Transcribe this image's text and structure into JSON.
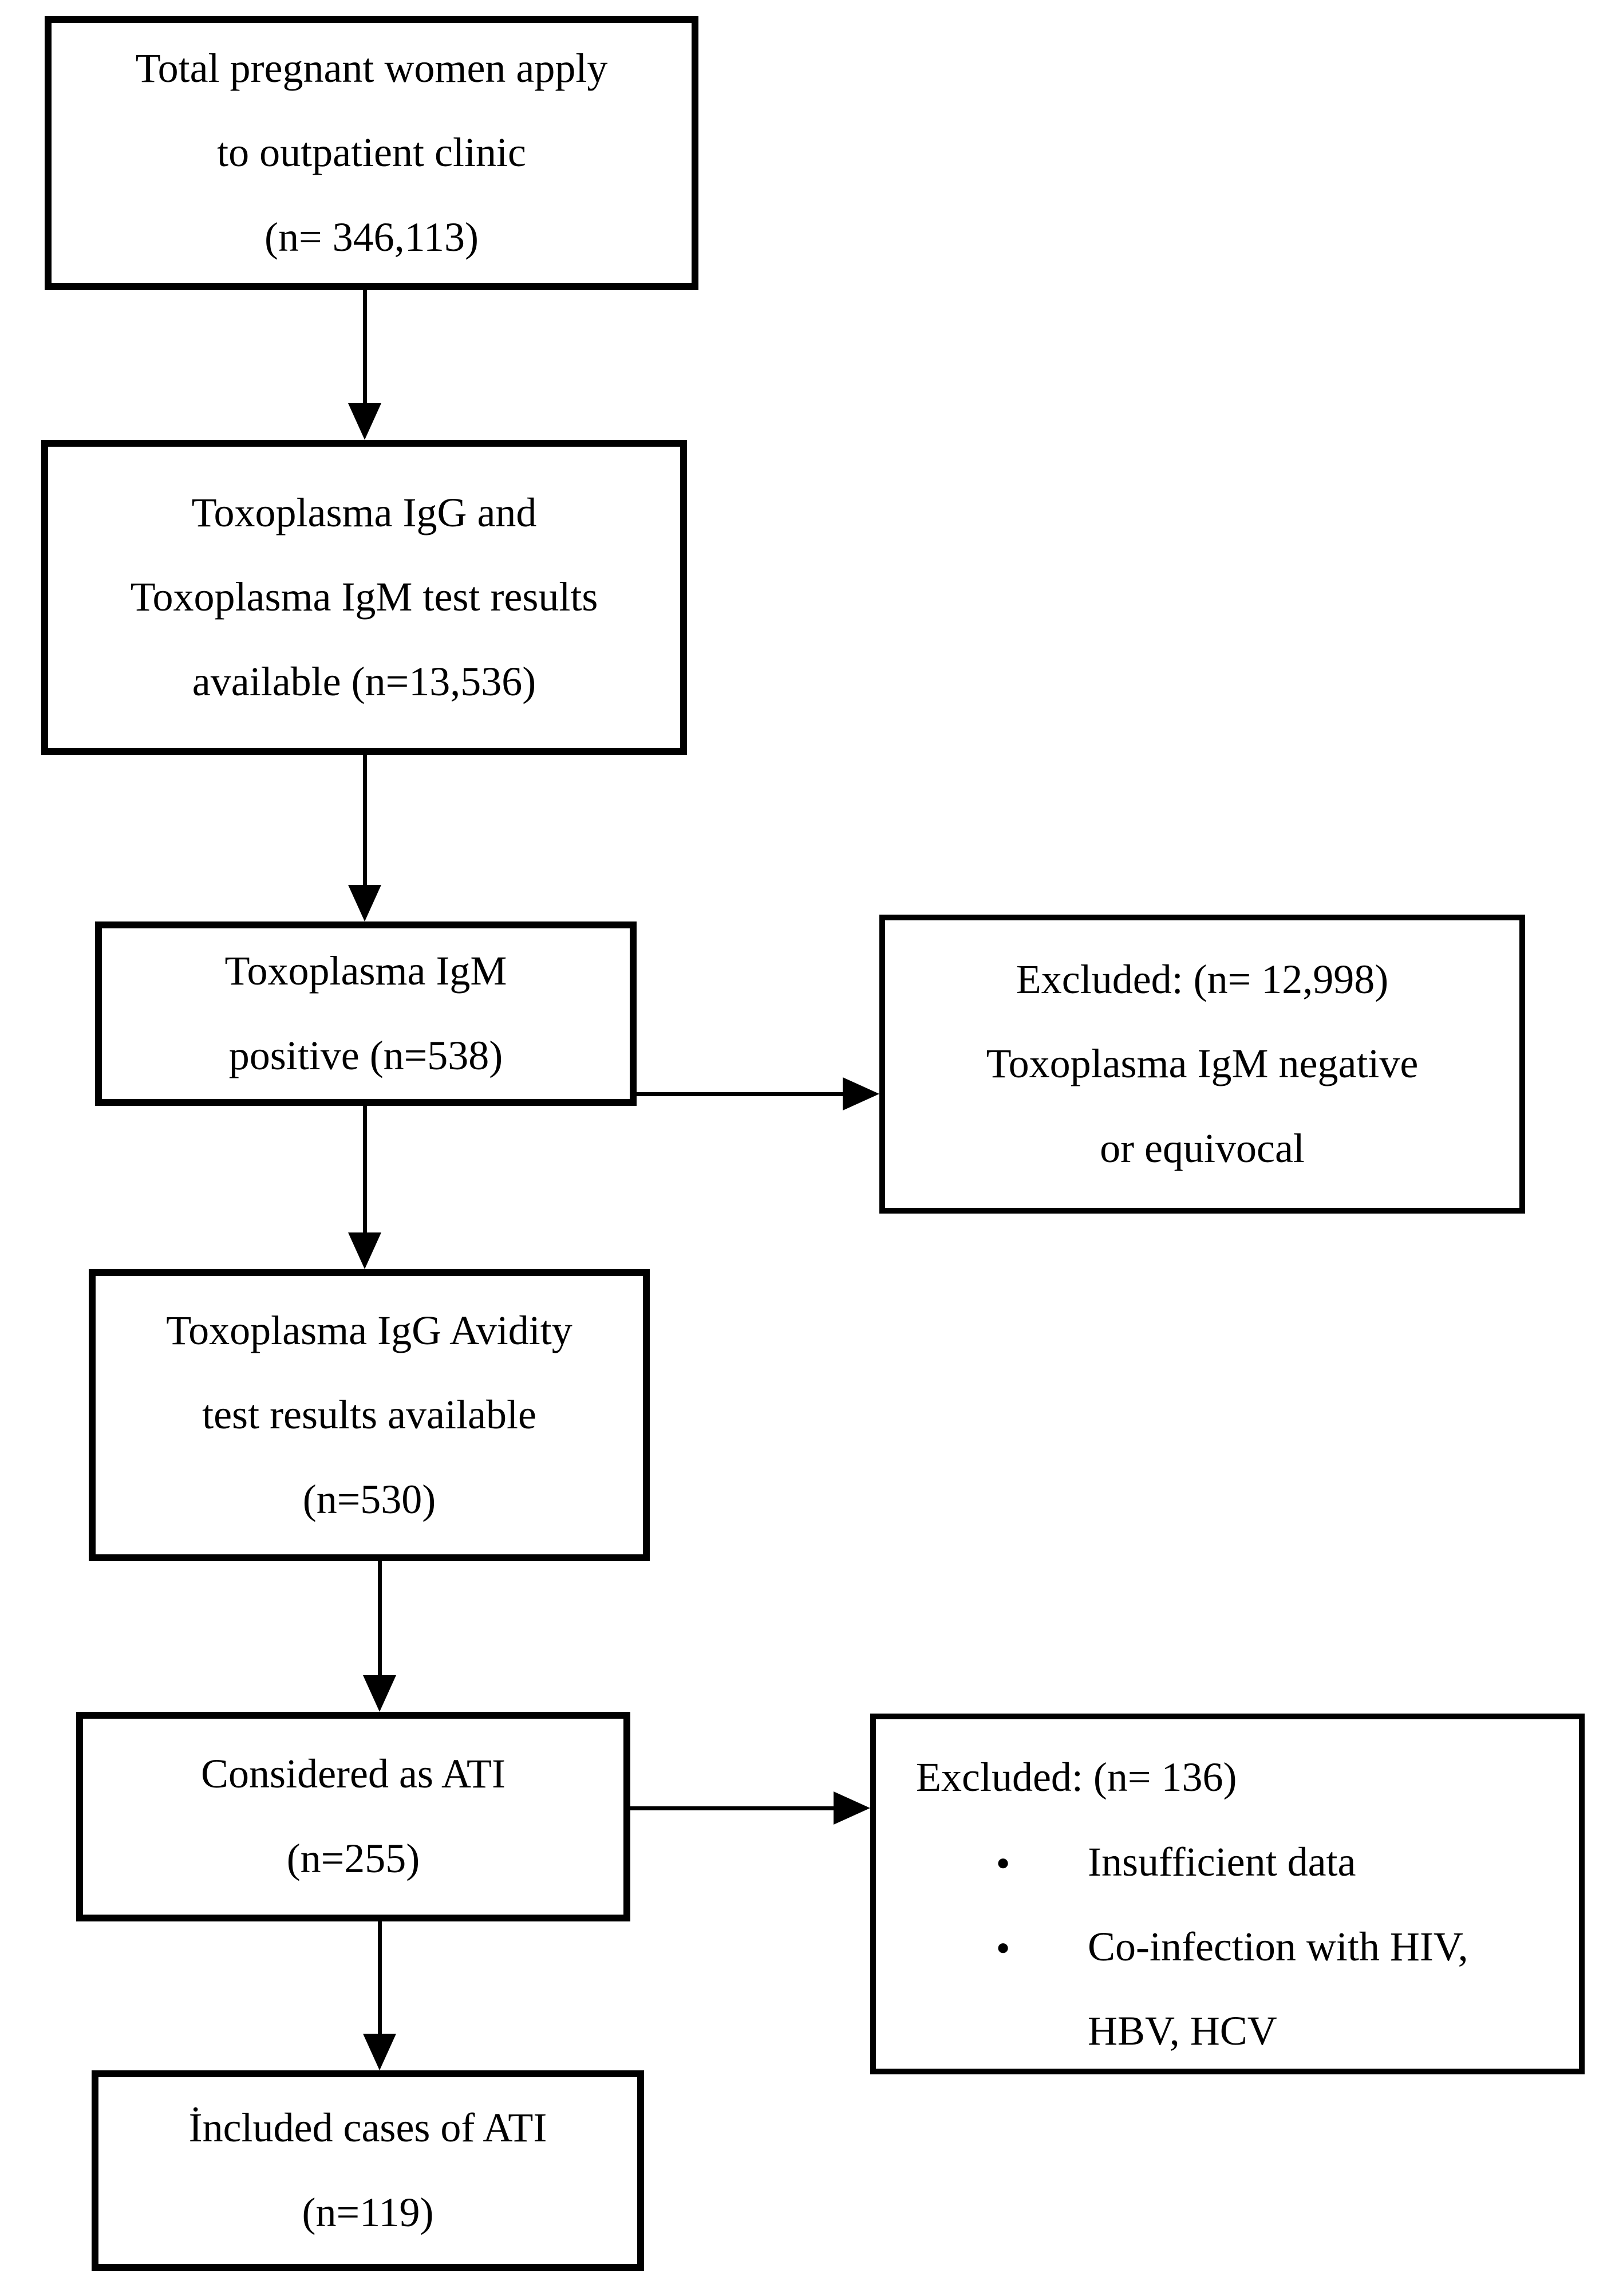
{
  "diagram": {
    "type": "study-flowchart",
    "colors": {
      "line": "#000000",
      "text": "#000000",
      "background": "#ffffff"
    },
    "boxes": {
      "total": {
        "text": "Total pregnant women apply\nto outpatient clinic\n(n= 346,113)"
      },
      "test_results": {
        "text": "Toxoplasma IgG and\nToxoplasma IgM test results\navailable (n=13,536)"
      },
      "igm_positive": {
        "text": "Toxoplasma IgM\npositive (n=538)"
      },
      "excluded_igm": {
        "text": "Excluded: (n= 12,998)\nToxoplasma IgM negative\nor equivocal"
      },
      "avidity": {
        "text": "Toxoplasma IgG Avidity\ntest results available\n(n=530)"
      },
      "considered_ati": {
        "text": "Considered as ATI\n(n=255)"
      },
      "excluded_ati": {
        "heading": "Excluded: (n= 136)",
        "bullets": [
          "Insufficient data",
          "Co-infection with HIV,\nHBV, HCV"
        ]
      },
      "included_ati": {
        "text": "İncluded cases of ATI\n(n=119)"
      }
    }
  }
}
